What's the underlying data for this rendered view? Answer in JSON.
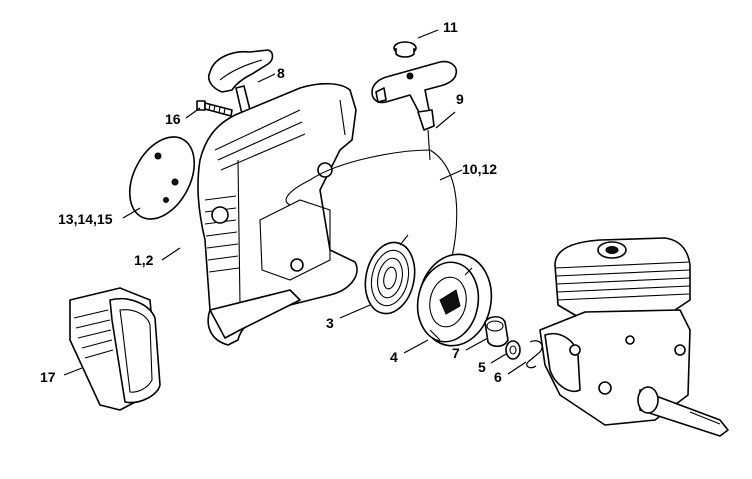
{
  "callouts": [
    {
      "id": "c1",
      "text": "1,2"
    },
    {
      "id": "c3",
      "text": "3"
    },
    {
      "id": "c4",
      "text": "4"
    },
    {
      "id": "c5",
      "text": "5"
    },
    {
      "id": "c6",
      "text": "6"
    },
    {
      "id": "c7",
      "text": "7"
    },
    {
      "id": "c8",
      "text": "8"
    },
    {
      "id": "c9",
      "text": "9"
    },
    {
      "id": "c10",
      "text": "10,12"
    },
    {
      "id": "c11",
      "text": "11"
    },
    {
      "id": "c13",
      "text": "13,14,15"
    },
    {
      "id": "c16",
      "text": "16"
    },
    {
      "id": "c17",
      "text": "17"
    }
  ]
}
